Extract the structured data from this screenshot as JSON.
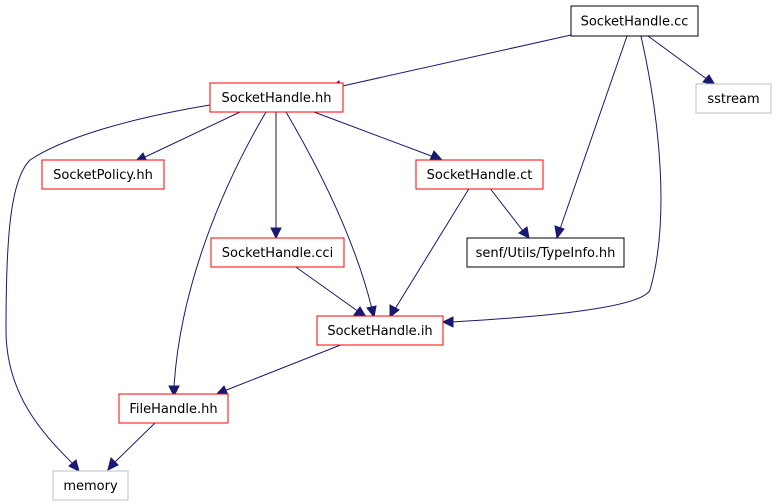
{
  "colors": {
    "edge": "#191970",
    "border_linked": "#ff0000",
    "border_plain": "#000000",
    "border_external": "#bfbfbf",
    "root_fill": "#bfbfbf"
  },
  "nodes": {
    "socket_handle_cc": {
      "label": "SocketHandle.cc",
      "kind": "root"
    },
    "socket_handle_hh": {
      "label": "SocketHandle.hh",
      "kind": "linked"
    },
    "sstream": {
      "label": "sstream",
      "kind": "external"
    },
    "socket_policy_hh": {
      "label": "SocketPolicy.hh",
      "kind": "linked"
    },
    "socket_handle_ct": {
      "label": "SocketHandle.ct",
      "kind": "linked"
    },
    "socket_handle_cci": {
      "label": "SocketHandle.cci",
      "kind": "linked"
    },
    "type_info_hh": {
      "label": "senf/Utils/TypeInfo.hh",
      "kind": "plain"
    },
    "socket_handle_ih": {
      "label": "SocketHandle.ih",
      "kind": "linked"
    },
    "file_handle_hh": {
      "label": "FileHandle.hh",
      "kind": "linked"
    },
    "memory": {
      "label": "memory",
      "kind": "external"
    }
  },
  "edges": [
    [
      "socket_handle_cc",
      "socket_handle_hh"
    ],
    [
      "socket_handle_cc",
      "sstream"
    ],
    [
      "socket_handle_cc",
      "type_info_hh"
    ],
    [
      "socket_handle_cc",
      "socket_handle_ih"
    ],
    [
      "socket_handle_hh",
      "socket_policy_hh"
    ],
    [
      "socket_handle_hh",
      "socket_handle_ct"
    ],
    [
      "socket_handle_hh",
      "socket_handle_cci"
    ],
    [
      "socket_handle_hh",
      "socket_handle_ih"
    ],
    [
      "socket_handle_hh",
      "file_handle_hh"
    ],
    [
      "socket_handle_hh",
      "memory"
    ],
    [
      "socket_handle_ct",
      "type_info_hh"
    ],
    [
      "socket_handle_ct",
      "socket_handle_ih"
    ],
    [
      "socket_handle_cci",
      "socket_handle_ih"
    ],
    [
      "socket_handle_ih",
      "file_handle_hh"
    ],
    [
      "file_handle_hh",
      "memory"
    ]
  ]
}
